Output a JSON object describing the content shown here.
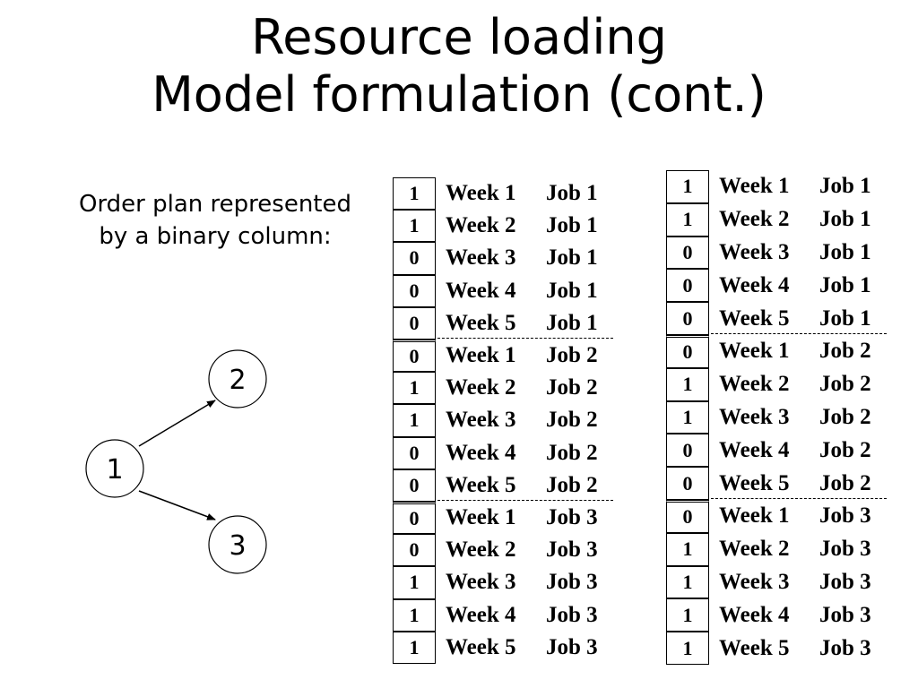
{
  "title": {
    "line1": "Resource loading",
    "line2": "Model formulation (cont.)"
  },
  "caption": {
    "line1": "Order plan represented",
    "line2": "by a binary column:"
  },
  "graph": {
    "nodes": [
      "1",
      "2",
      "3"
    ],
    "edges": [
      [
        "1",
        "2"
      ],
      [
        "1",
        "3"
      ]
    ]
  },
  "rows": [
    {
      "week": "Week 1",
      "job": "Job 1"
    },
    {
      "week": "Week 2",
      "job": "Job 1"
    },
    {
      "week": "Week 3",
      "job": "Job 1"
    },
    {
      "week": "Week 4",
      "job": "Job 1"
    },
    {
      "week": "Week 5",
      "job": "Job 1"
    },
    {
      "week": "Week 1",
      "job": "Job 2"
    },
    {
      "week": "Week 2",
      "job": "Job 2"
    },
    {
      "week": "Week 3",
      "job": "Job 2"
    },
    {
      "week": "Week 4",
      "job": "Job 2"
    },
    {
      "week": "Week 5",
      "job": "Job 2"
    },
    {
      "week": "Week 1",
      "job": "Job 3"
    },
    {
      "week": "Week 2",
      "job": "Job 3"
    },
    {
      "week": "Week 3",
      "job": "Job 3"
    },
    {
      "week": "Week 4",
      "job": "Job 3"
    },
    {
      "week": "Week 5",
      "job": "Job 3"
    }
  ],
  "columns": [
    {
      "bits": [
        "1",
        "1",
        "0",
        "0",
        "0",
        "0",
        "1",
        "1",
        "0",
        "0",
        "0",
        "0",
        "1",
        "1",
        "1"
      ]
    },
    {
      "bits": [
        "1",
        "1",
        "0",
        "0",
        "0",
        "0",
        "1",
        "1",
        "0",
        "0",
        "0",
        "1",
        "1",
        "1",
        "1"
      ]
    }
  ]
}
